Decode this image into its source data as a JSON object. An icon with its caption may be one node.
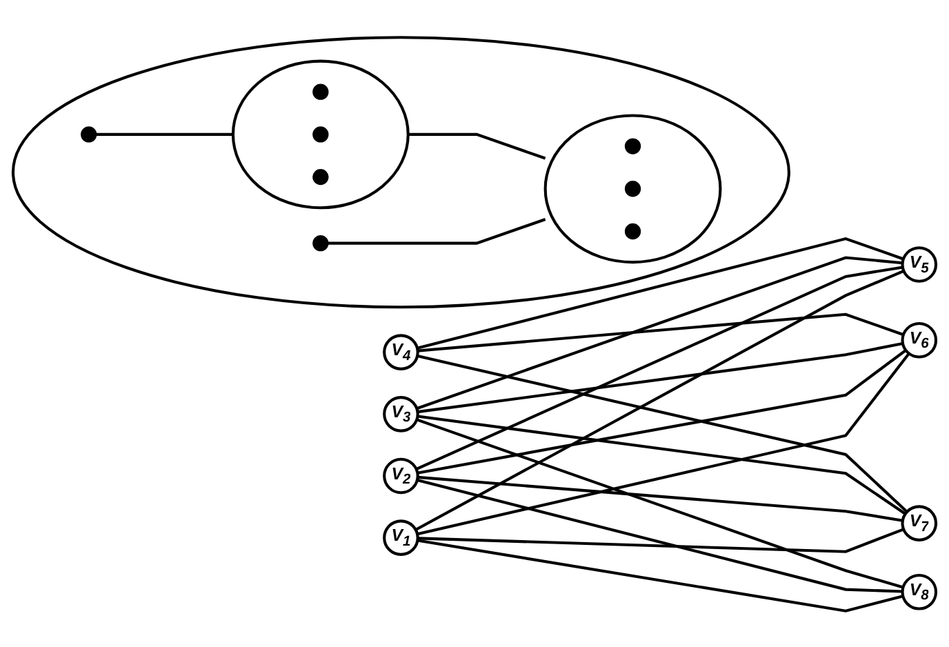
{
  "diagram": {
    "nodes": [
      {
        "text": [
          "V$_{1}$"
        ]
      },
      {
        "text": [
          "V$_{2}$"
        ]
      },
      {
        "text": [
          "V$_{3}$"
        ]
      },
      {
        "text": [
          "V$_{4}$"
        ]
      },
      {
        "text": [
          "V$_{5}$"
        ]
      },
      {
        "text": [
          "V$_{6}$"
        ]
      },
      {
        "text": [
          "V$_{7}$"
        ]
      },
      {
        "text": [
          "V$_{8}$"
        ]
      },
      {
        "text": [],
        "shape": "ellipse"
      },
      {
        "text": [],
        "shape": "ellipse",
        "in": 8
      },
      {
        "text": [],
        "shape": "circle",
        "in": 9
      },
      {
        "text": [],
        "shape": "circle",
        "in": 9
      },
      {
        "text": [],
        "shape": "circle",
        "in": 9
      },
      {
        "text": [],
        "shape": "ellipse",
        "in": 8
      },
      {
        "text": [],
        "shape": "circle",
        "in": 13
      },
      {
        "text": [],
        "shape": "circle",
        "in": 13
      },
      {
        "text": [],
        "shape": "circle",
        "in": 13
      },
      {
        "text": [],
        "shape": "circle",
        "in": 8
      },
      {
        "text": [],
        "shape": "circle",
        "in": 8
      }
    ],
    "edges": [
      {
        "from": 0,
        "to": 4,
        "arrow": "none"
      },
      {
        "from": 0,
        "to": 5,
        "arrow": "none"
      },
      {
        "from": 0,
        "to": 6,
        "arrow": "none"
      },
      {
        "from": 0,
        "to": 7,
        "arrow": "none"
      },
      {
        "from": 1,
        "to": 4,
        "arrow": "none"
      },
      {
        "from": 1,
        "to": 5,
        "arrow": "none"
      },
      {
        "from": 1,
        "to": 6,
        "arrow": "none"
      },
      {
        "from": 1,
        "to": 7,
        "arrow": "none"
      },
      {
        "from": 2,
        "to": 4,
        "arrow": "none"
      },
      {
        "from": 2,
        "to": 5,
        "arrow": "none"
      },
      {
        "from": 2,
        "to": 6,
        "arrow": "none"
      },
      {
        "from": 2,
        "to": 7,
        "arrow": "none"
      },
      {
        "from": 3,
        "to": 4,
        "arrow": "none"
      },
      {
        "from": 3,
        "to": 5,
        "arrow": "none"
      },
      {
        "from": 3,
        "to": 6,
        "arrow": "none"
      },
      {
        "from": 9,
        "to": 13,
        "arrow": "none"
      },
      {
        "from": 17,
        "to": 13,
        "arrow": "none"
      },
      {
        "from": 18,
        "to": 9,
        "arrow": "none"
      }
    ]
  }
}
